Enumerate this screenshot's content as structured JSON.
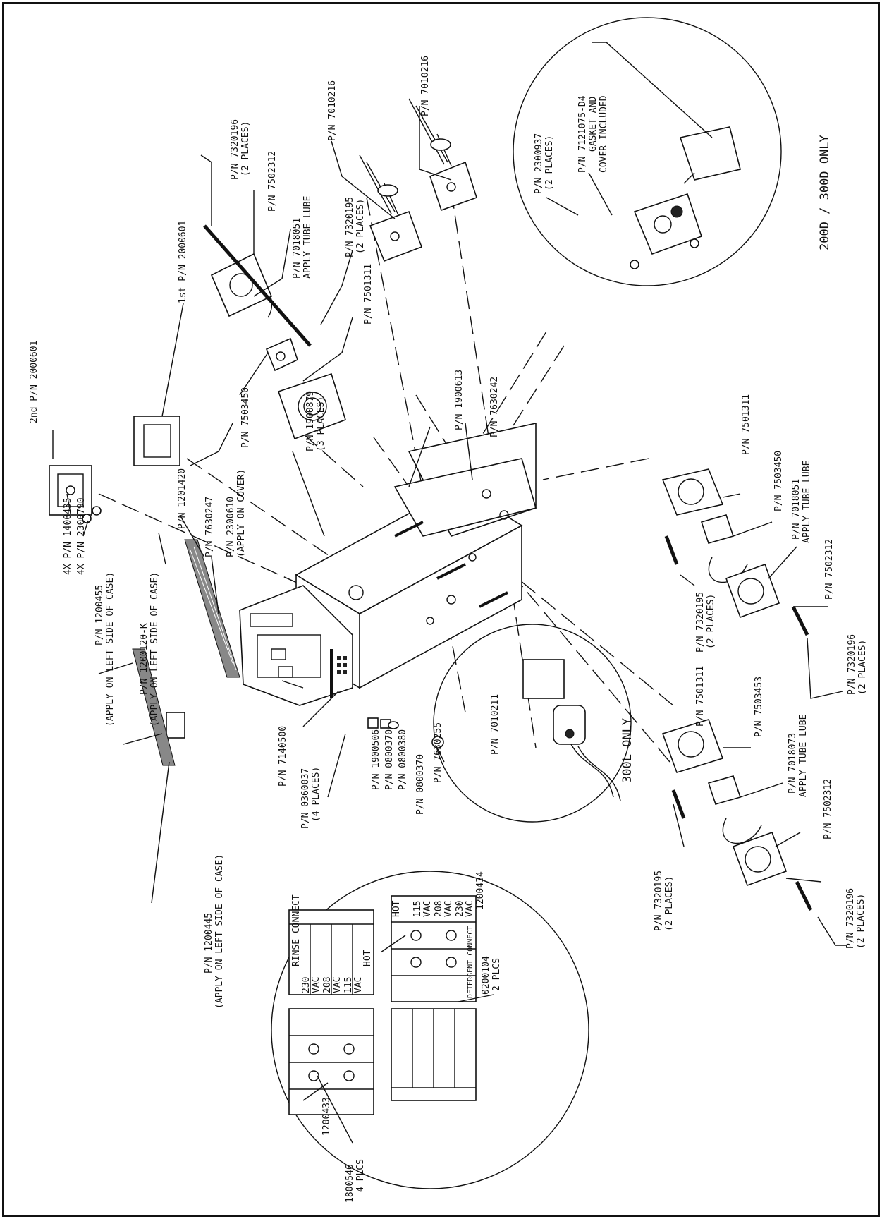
{
  "labels": {
    "pn_7320196_a": "P/N 7320196",
    "pn_7320196_a_q": "(2 PLACES)",
    "pn_7502312_a": "P/N 7502312",
    "pn_7018051_a": "P/N 7018051",
    "apply_tube_lube_a": "APPLY TUBE LUBE",
    "pn_7010216_a": "P/N 7010216",
    "pn_7010216_b": "P/N 7010216",
    "pn_7320195_a": "P/N 7320195",
    "pn_7320195_a_q": "(2 PLACES)",
    "pn_7501311_a": "P/N 7501311",
    "pn_7503450_a": "P/N 7503450",
    "first_pn_2000601": "1st P/N 2000601",
    "second_pn_2000601": "2nd P/N 2000601",
    "pn_1900879": "P/N 1900879",
    "pn_1900879_q": "(3 PLACES)",
    "pn_1900613": "P/N 1900613",
    "pn_7630242": "P/N 7630242",
    "pn_1400435": "4X P/N 1400435",
    "pn_2300790": "4X P/N 2300790",
    "pn_2300610": "P/N 2300610",
    "pn_2300610_q": "(APPLY ON COVER)",
    "pn_7630247": "P/N 7630247",
    "pn_1201420": "P/N 1201420",
    "pn_1200120k": "P/N 1200120-K",
    "pn_1200120k_q": "(APPLY ON LEFT SIDE OF CASE)",
    "pn_1200455": "P/N 1200455",
    "pn_1200455_q": "(APPLY ON LEFT SIDE OF CASE)",
    "pn_1200445": "P/N 1200445",
    "pn_1200445_q": "(APPLY ON LEFT SIDE OF CASE)",
    "pn_7140500": "P/N 7140500",
    "pn_0360037": "P/N 0360037",
    "pn_0360037_q": "(4 PLACES)",
    "pn_1900506": "P/N 1900506",
    "pn_0800370_a": "P/N 0800370",
    "pn_0800380": "P/N 0800380",
    "pn_0800370_b": "P/N 0800370",
    "pn_7630255": "P/N 7630255",
    "pn_7010211": "P/N 7010211",
    "only_300l": "300L ONLY",
    "pn_7121075": "P/N 7121075-D4",
    "gasket_cover_a": "GASKET AND",
    "gasket_cover_b": "COVER INCLUDED",
    "pn_2300937": "P/N 2300937",
    "pn_2300937_q": "(2 PLACES)",
    "only_200d_300d": "200D / 300D ONLY",
    "r_pn_7501311_a": "P/N 7501311",
    "r_pn_7503450": "P/N 7503450",
    "r_pn_7018051": "P/N 7018051",
    "r_apply_tube_lube_a": "APPLY TUBE LUBE",
    "r_pn_7502312_a": "P/N 7502312",
    "r_pn_7320196_a": "P/N 7320196",
    "r_pn_7320196_a_q": "(2 PLACES)",
    "r_pn_7320195_a": "P/N 7320195",
    "r_pn_7320195_a_q": "(2 PLACES)",
    "r_pn_7501311_b": "P/N 7501311",
    "r_pn_7503453": "P/N 7503453",
    "r_pn_7018073": "P/N 7018073",
    "r_apply_tube_lube_b": "APPLY TUBE LUBE",
    "r_pn_7502312_b": "P/N 7502312",
    "r_pn_7320196_b": "P/N 7320196",
    "r_pn_7320196_b_q": "(2 PLACES)",
    "r_pn_7320195_b": "P/N 7320195",
    "r_pn_7320195_b_q": "(2 PLACES)",
    "tb_0200104": "0200104",
    "tb_0200104_q": "2 PLCS",
    "tb_1200434": "1200434",
    "tb_1200433": "1200433",
    "tb_1800546": "1800546",
    "tb_1800546_q": "4 PLCS",
    "det_hot": "HOT",
    "det_115": "115",
    "det_208": "208",
    "det_230": "230",
    "det_vac": "VAC",
    "det_connect": "DETERGENT CONNECT",
    "rin_hot": "HOT",
    "rin_115": "115",
    "rin_208": "208",
    "rin_230": "230",
    "rin_vac": "VAC",
    "rin_connect": "RINSE CONNECT"
  }
}
